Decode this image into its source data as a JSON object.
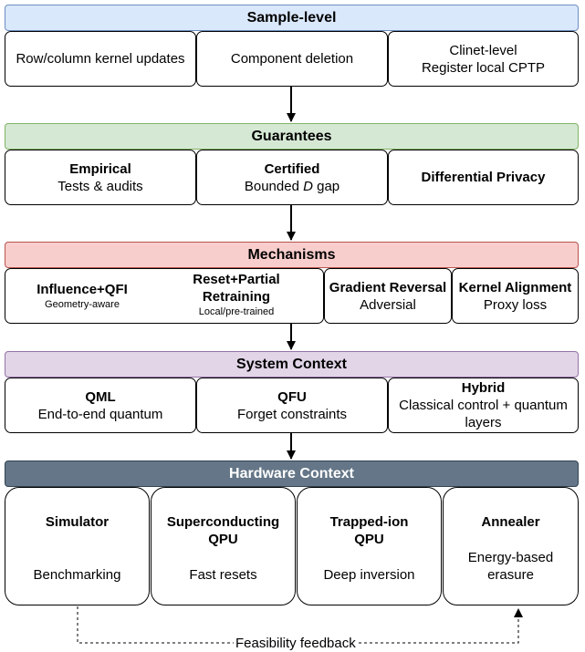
{
  "layers": {
    "sample": {
      "title": "Sample-level",
      "fill": "#dae8fc",
      "border": "#6c8ebf",
      "items": [
        {
          "line1": "Row/column kernel updates"
        },
        {
          "line1": "Component deletion"
        },
        {
          "line1": "Clinet-level",
          "line2": "Register local CPTP"
        }
      ]
    },
    "guarantees": {
      "title": "Guarantees",
      "fill": "#d5e8d4",
      "border": "#82b366",
      "items": [
        {
          "title": "Empirical",
          "sub": "Tests & audits"
        },
        {
          "title": "Certified",
          "sub_pre": "Bounded ",
          "sub_italic": "D",
          "sub_post": " gap"
        },
        {
          "title": "Differential Privacy"
        }
      ]
    },
    "mechanisms": {
      "title": "Mechanisms",
      "fill": "#f8cecc",
      "border": "#b85450",
      "items": [
        {
          "title": "Influence+QFI",
          "sub": "Geometry-aware"
        },
        {
          "title_line1": "Reset+Partial",
          "title_line2": "Retraining",
          "sub": "Local/pre-trained"
        },
        {
          "title": "Gradient Reversal",
          "sub": "Adversial"
        },
        {
          "title": "Kernel Alignment",
          "sub": "Proxy loss"
        }
      ]
    },
    "system": {
      "title": "System Context",
      "fill": "#e1d5e7",
      "border": "#9673a6",
      "items": [
        {
          "title": "QML",
          "sub": "End-to-end quantum"
        },
        {
          "title": "QFU",
          "sub": "Forget constraints"
        },
        {
          "title": "Hybrid",
          "sub_line1": "Classical control + quantum",
          "sub_line2": "layers"
        }
      ]
    },
    "hardware": {
      "title": "Hardware Context",
      "fill": "#647687",
      "border": "#314354",
      "text_color": "#ffffff",
      "items": [
        {
          "title": "Simulator",
          "sub": "Benchmarking"
        },
        {
          "title_line1": "Superconducting",
          "title_line2": "QPU",
          "sub": "Fast resets"
        },
        {
          "title_line1": "Trapped-ion",
          "title_line2": "QPU",
          "sub": "Deep inversion"
        },
        {
          "title": "Annealer",
          "sub_line1": "Energy-based",
          "sub_line2": "erasure"
        }
      ]
    }
  },
  "feedback_label": "Feasibility feedback"
}
